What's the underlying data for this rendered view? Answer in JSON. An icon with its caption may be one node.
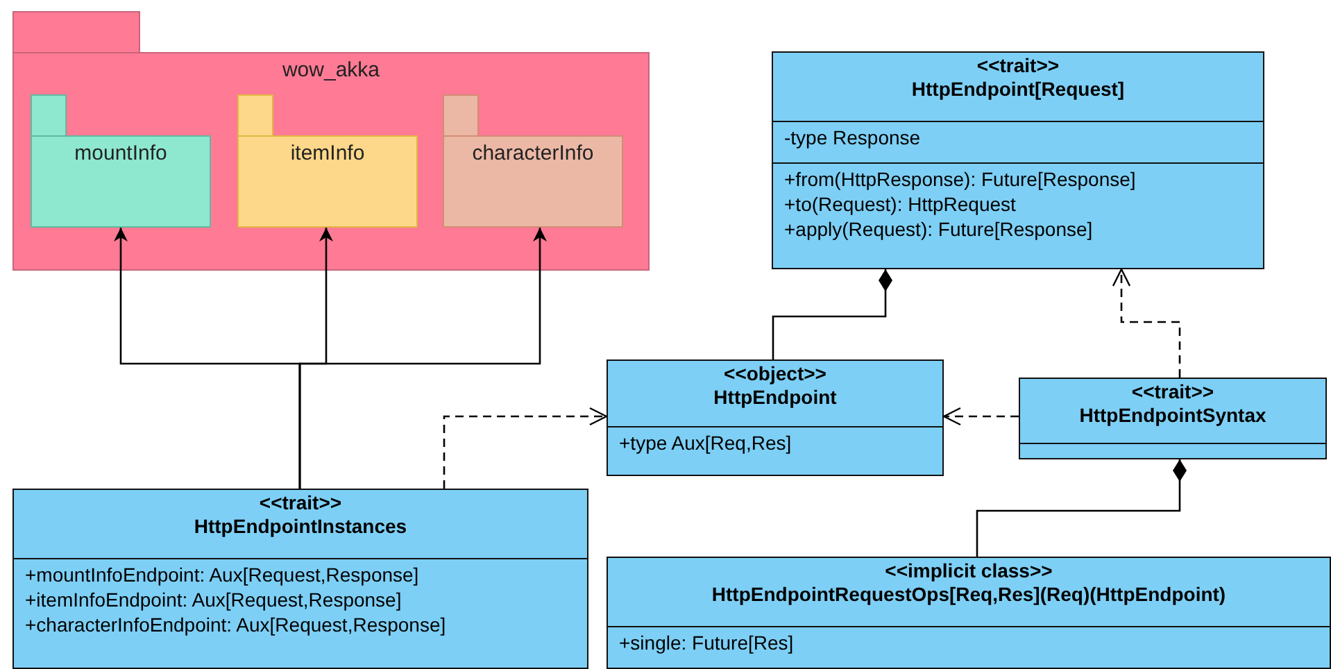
{
  "diagram": {
    "nodes": [
      {
        "text": [
          "wow_akka"
        ]
      },
      {
        "text": [
          "mountInfo"
        ],
        "in": 0
      },
      {
        "text": [
          "itemInfo"
        ],
        "in": 0
      },
      {
        "text": [
          "characterInfo"
        ],
        "in": 0
      },
      {
        "text": [
          "<<trait>>",
          "HttpEndpoint[Request]",
          "-type Response",
          "+from(HttpResponse): Future[Response]",
          "+to(Request): HttpRequest",
          "+apply(Request): Future[Response]"
        ]
      },
      {
        "text": [
          "<<object>>",
          "HttpEndpoint",
          "+type Aux[Req,Res]"
        ]
      },
      {
        "text": [
          "<<trait>>",
          "HttpEndpointSyntax"
        ]
      },
      {
        "text": [
          "<<trait>>",
          "HttpEndpointInstances",
          "+mountInfoEndpoint: Aux[Request,Response]",
          "+itemInfoEndpoint: Aux[Request,Response]",
          "+characterInfoEndpoint: Aux[Request,Response]"
        ]
      },
      {
        "text": [
          "<<implicit class>>",
          "HttpEndpointRequestOps[Req,Res](Req)(HttpEndpoint)",
          "+single: Future[Res]"
        ]
      }
    ],
    "edges": [
      {
        "from": 7,
        "to": 1,
        "arrow": "to"
      },
      {
        "from": 7,
        "to": 2,
        "arrow": "to"
      },
      {
        "from": 7,
        "to": 3,
        "arrow": "to"
      },
      {
        "from": 5,
        "to": 4,
        "arrow": "other"
      },
      {
        "from": 6,
        "to": 4,
        "arrow": "to",
        "style": "dashed"
      },
      {
        "from": 6,
        "to": 5,
        "arrow": "to",
        "style": "dashed"
      },
      {
        "from": 7,
        "to": 5,
        "arrow": "to",
        "style": "dashed"
      },
      {
        "from": 8,
        "to": 6,
        "arrow": "other"
      }
    ]
  }
}
